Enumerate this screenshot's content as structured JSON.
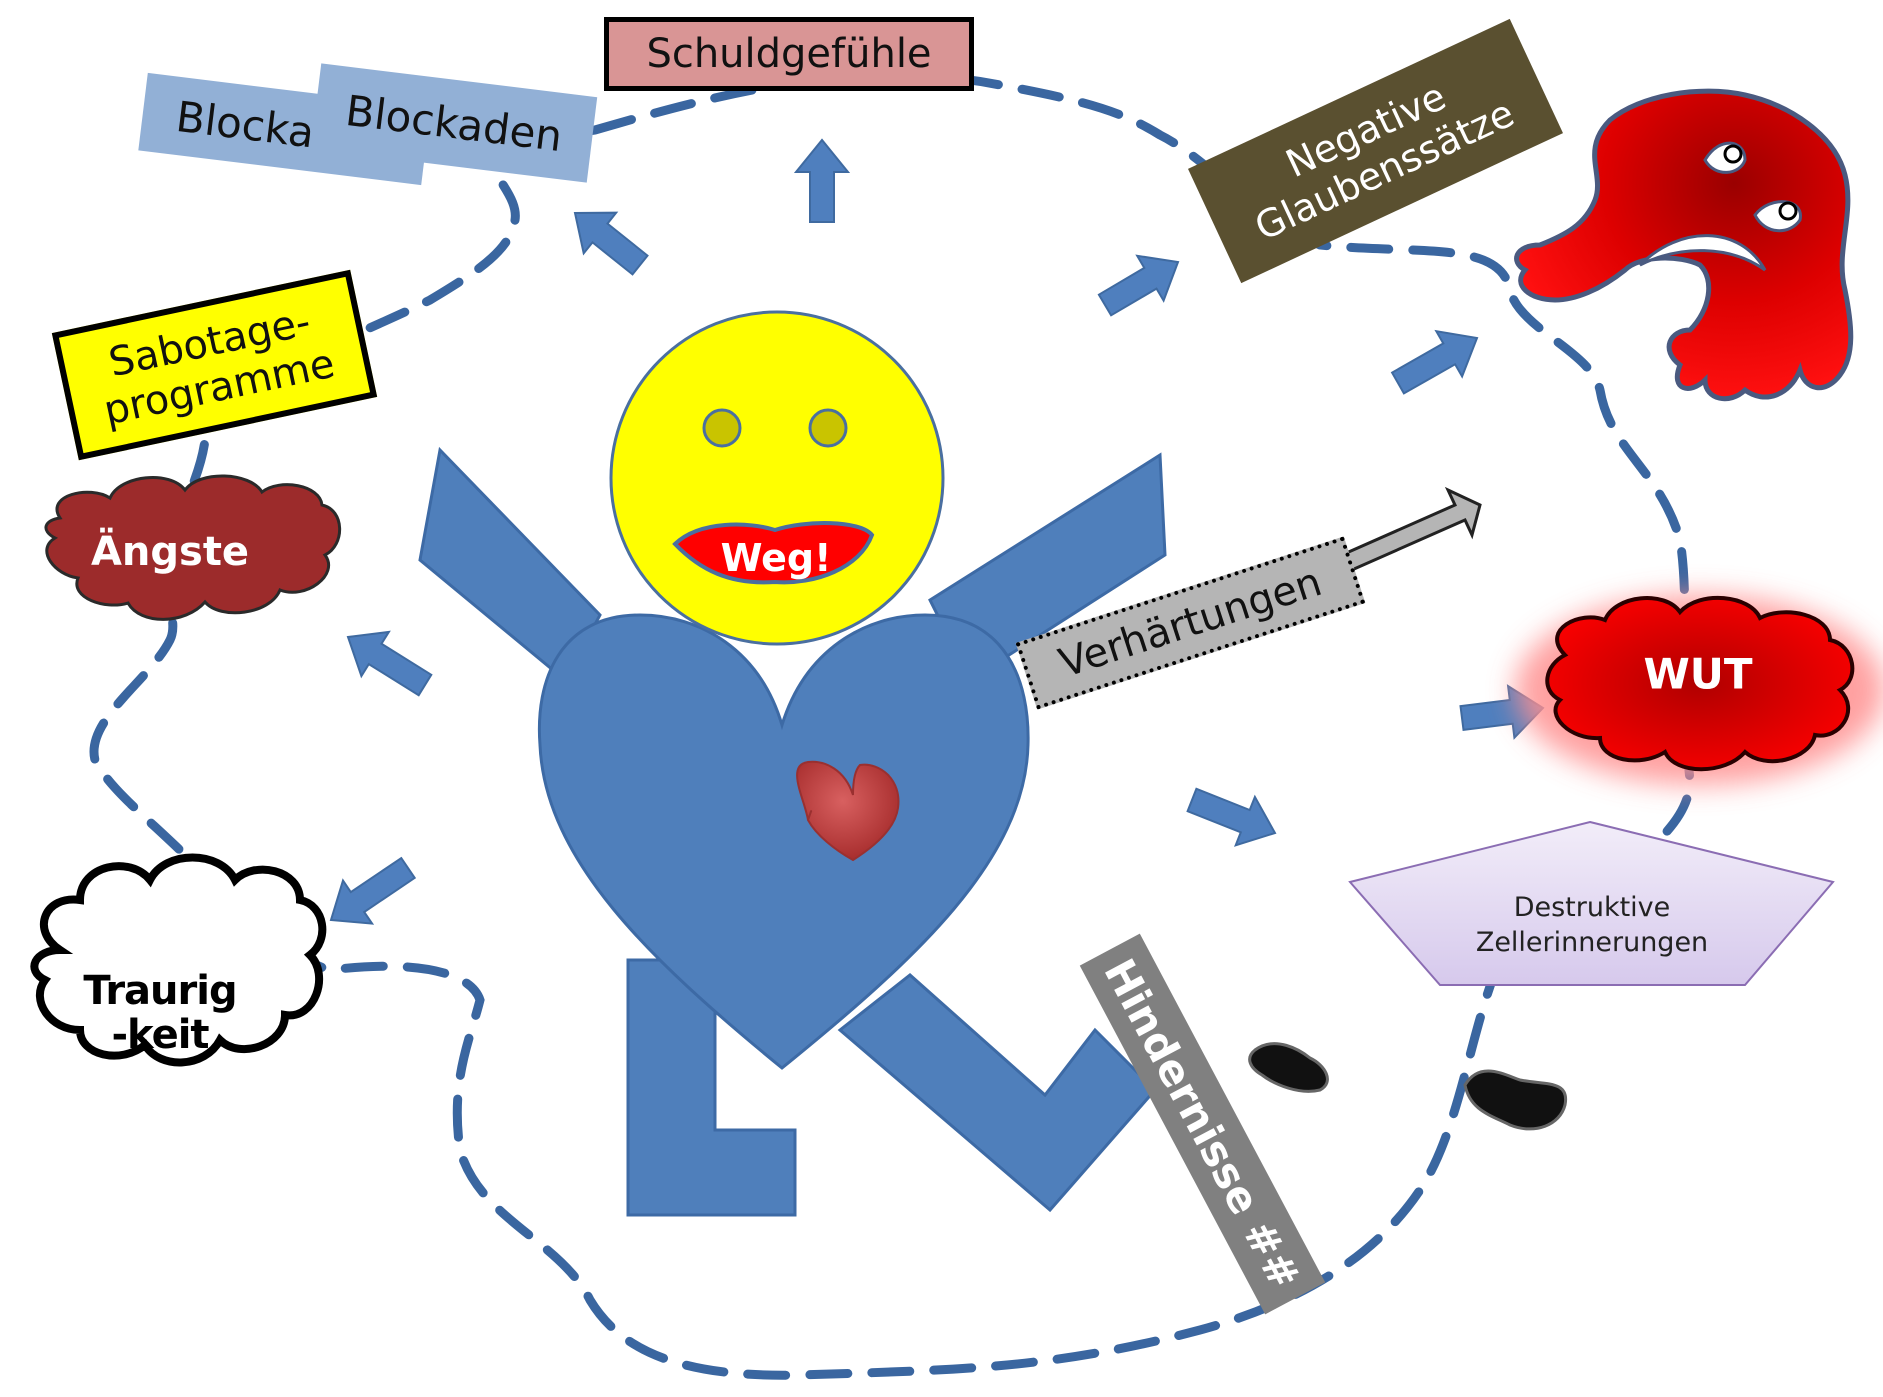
{
  "colors": {
    "dash_path": "#3a66a0",
    "arrow": "#4f7fbe",
    "body": "#4f7fbb",
    "face": "#ffff00",
    "eye": "#c9c400",
    "mouth": "#ff0000",
    "inner_heart": "#b73a3a",
    "angst_cloud": "#9c2b2b",
    "wut_cloud": "#ea0000",
    "wut_glow": "#ff9090",
    "monster": "#e20000",
    "obstacle": "#111111",
    "blockaden_box": "#92b0d6",
    "schuld_box": "#d99595",
    "glauben_box": "#5a5030",
    "sabotage_box": "#ffff00",
    "verhaertung_box": "#b5b5b5",
    "hindernisse_box": "#808080",
    "destruktiv_box": "#e6ddf3"
  },
  "icons": [
    "heart-figure-icon",
    "smiley-face-icon",
    "monster-icon",
    "cloud-icon",
    "obstacle-blob-icon",
    "arrow-icon"
  ],
  "labels": {
    "schuldgefuehle": "Schuldgefühle",
    "blockaden_1": "Blockaden",
    "blockaden_2": "Blockaden",
    "glaubenssaetze": "Negative\nGlaubenssätze",
    "sabotage": "Sabotage-\nprogramme",
    "aengste": "Ängste",
    "traurigkeit": "Traurig\n-keit",
    "wut": "WUT",
    "weg": "Weg!",
    "verhaertungen": "Verhärtungen",
    "destruktive": "Destruktive\nZellerinnerungen",
    "hindernisse": "Hindernisse ##"
  }
}
